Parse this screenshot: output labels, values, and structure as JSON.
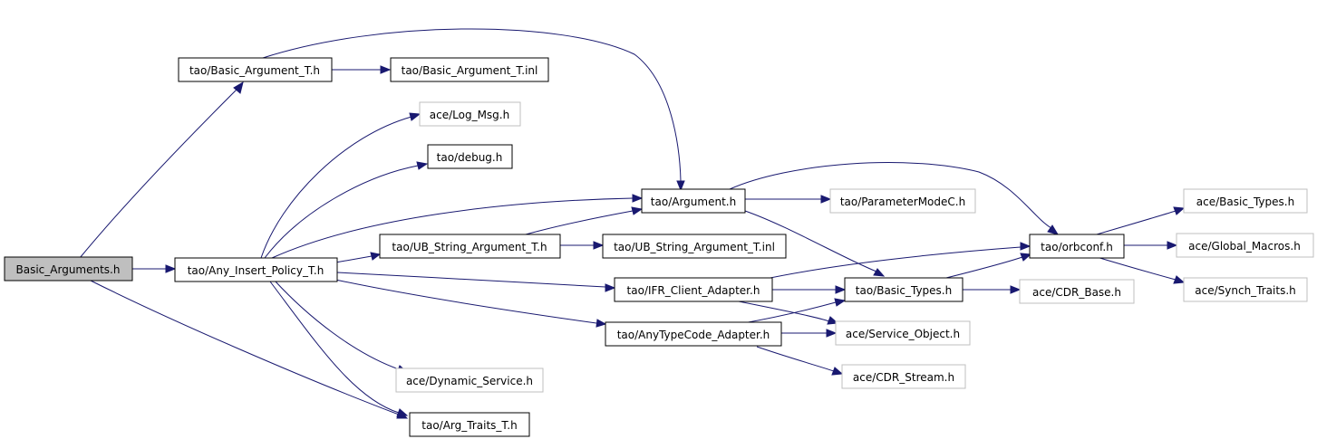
{
  "graph": {
    "nodes": {
      "basic_arguments": "Basic_Arguments.h",
      "basic_argument_t": "tao/Basic_Argument_T.h",
      "basic_argument_t_inl": "tao/Basic_Argument_T.inl",
      "log_msg": "ace/Log_Msg.h",
      "debug": "tao/debug.h",
      "argument": "tao/Argument.h",
      "parameter_mode": "tao/ParameterModeC.h",
      "any_insert_policy": "tao/Any_Insert_Policy_T.h",
      "ub_string_argument": "tao/UB_String_Argument_T.h",
      "ub_string_argument_inl": "tao/UB_String_Argument_T.inl",
      "orbconf": "tao/orbconf.h",
      "ace_basic_types": "ace/Basic_Types.h",
      "global_macros": "ace/Global_Macros.h",
      "synch_traits": "ace/Synch_Traits.h",
      "ifr_client_adapter": "tao/IFR_Client_Adapter.h",
      "tao_basic_types": "tao/Basic_Types.h",
      "cdr_base": "ace/CDR_Base.h",
      "anytypecode_adapter": "tao/AnyTypeCode_Adapter.h",
      "service_object": "ace/Service_Object.h",
      "cdr_stream": "ace/CDR_Stream.h",
      "dynamic_service": "ace/Dynamic_Service.h",
      "arg_traits": "tao/Arg_Traits_T.h"
    }
  }
}
